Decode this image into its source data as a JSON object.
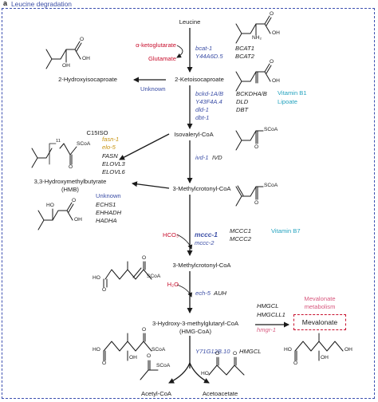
{
  "panel": {
    "letter": "a",
    "title": "Leucine degradation"
  },
  "metabolites": {
    "leucine": "Leucine",
    "ketoisocaproate": "2-Ketoisocaproate",
    "hydroxyisocaproate": "2-Hydroxyisocaproate",
    "isovaleryl": "Isovaleryl-CoA",
    "c15iso": "C15ISO",
    "hydroxymethylbutyrate": "3,3-Hydroxymethylbutyrate",
    "hmb": "(HMB)",
    "methylcrotonyl_1": "3-Methylcrotonyl-CoA",
    "methylcrotonyl_2": "3-Methylcrotonyl-CoA",
    "hmgcoa_1": "3-Hydroxy-3-methylglutaryl-CoA",
    "hmgcoa_2": "(HMG-CoA)",
    "acetyl": "Acetyl-CoA",
    "acetoacetate": "Acetoacetate",
    "mevalonate": "Mevalonate",
    "mevalonate_metabolism_1": "Mevalonate",
    "mevalonate_metabolism_2": "metabolism"
  },
  "cofactors": {
    "ketoglutarate": "α-ketoglutarate",
    "glutamate": "Glutamate",
    "hco3": "HCO₃",
    "h2o": "H₂O",
    "vitamin_b1": "Vitamin B1",
    "lipoate": "Lipoate",
    "vitamin_b7": "Vitamin B7"
  },
  "worm_genes": {
    "bcat": [
      "bcat-1",
      "Y44A6D.5"
    ],
    "unknown_1": "Unknown",
    "bckd": [
      "bckd-1A/B",
      "Y43F4A.4",
      "dld-1",
      "dbt-1"
    ],
    "fasn": "fasn-1",
    "elo": "elo-5",
    "ivd": "ivd-1",
    "unknown_2": "Unknown",
    "mccc1": "mccc-1",
    "mccc2": "mccc-2",
    "ech": "ech-5",
    "y71": "Y71G12B.10",
    "hmgr": "hmgr-1"
  },
  "human_genes": {
    "bcat": [
      "BCAT1",
      "BCAT2"
    ],
    "bckd": [
      "BCKDHA/B",
      "DLD",
      "DBT"
    ],
    "fasn": [
      "FASN",
      "ELOVL3",
      "ELOVL6"
    ],
    "ivd": "IVD",
    "hmb": [
      "ECHS1",
      "EHHADH",
      "HADHA"
    ],
    "mccc": [
      "MCCC1",
      "MCCC2"
    ],
    "auh": "AUH",
    "hmgcl_pair": [
      "HMGCL",
      "HMGCLL1"
    ],
    "hmgcl": "HMGCL"
  },
  "structure_labels": {
    "scoa": "SCoA",
    "oh": "OH",
    "o": "O",
    "nh2": "NH₂",
    "ho": "HO",
    "ohs": "OH",
    "index_11": "11"
  }
}
